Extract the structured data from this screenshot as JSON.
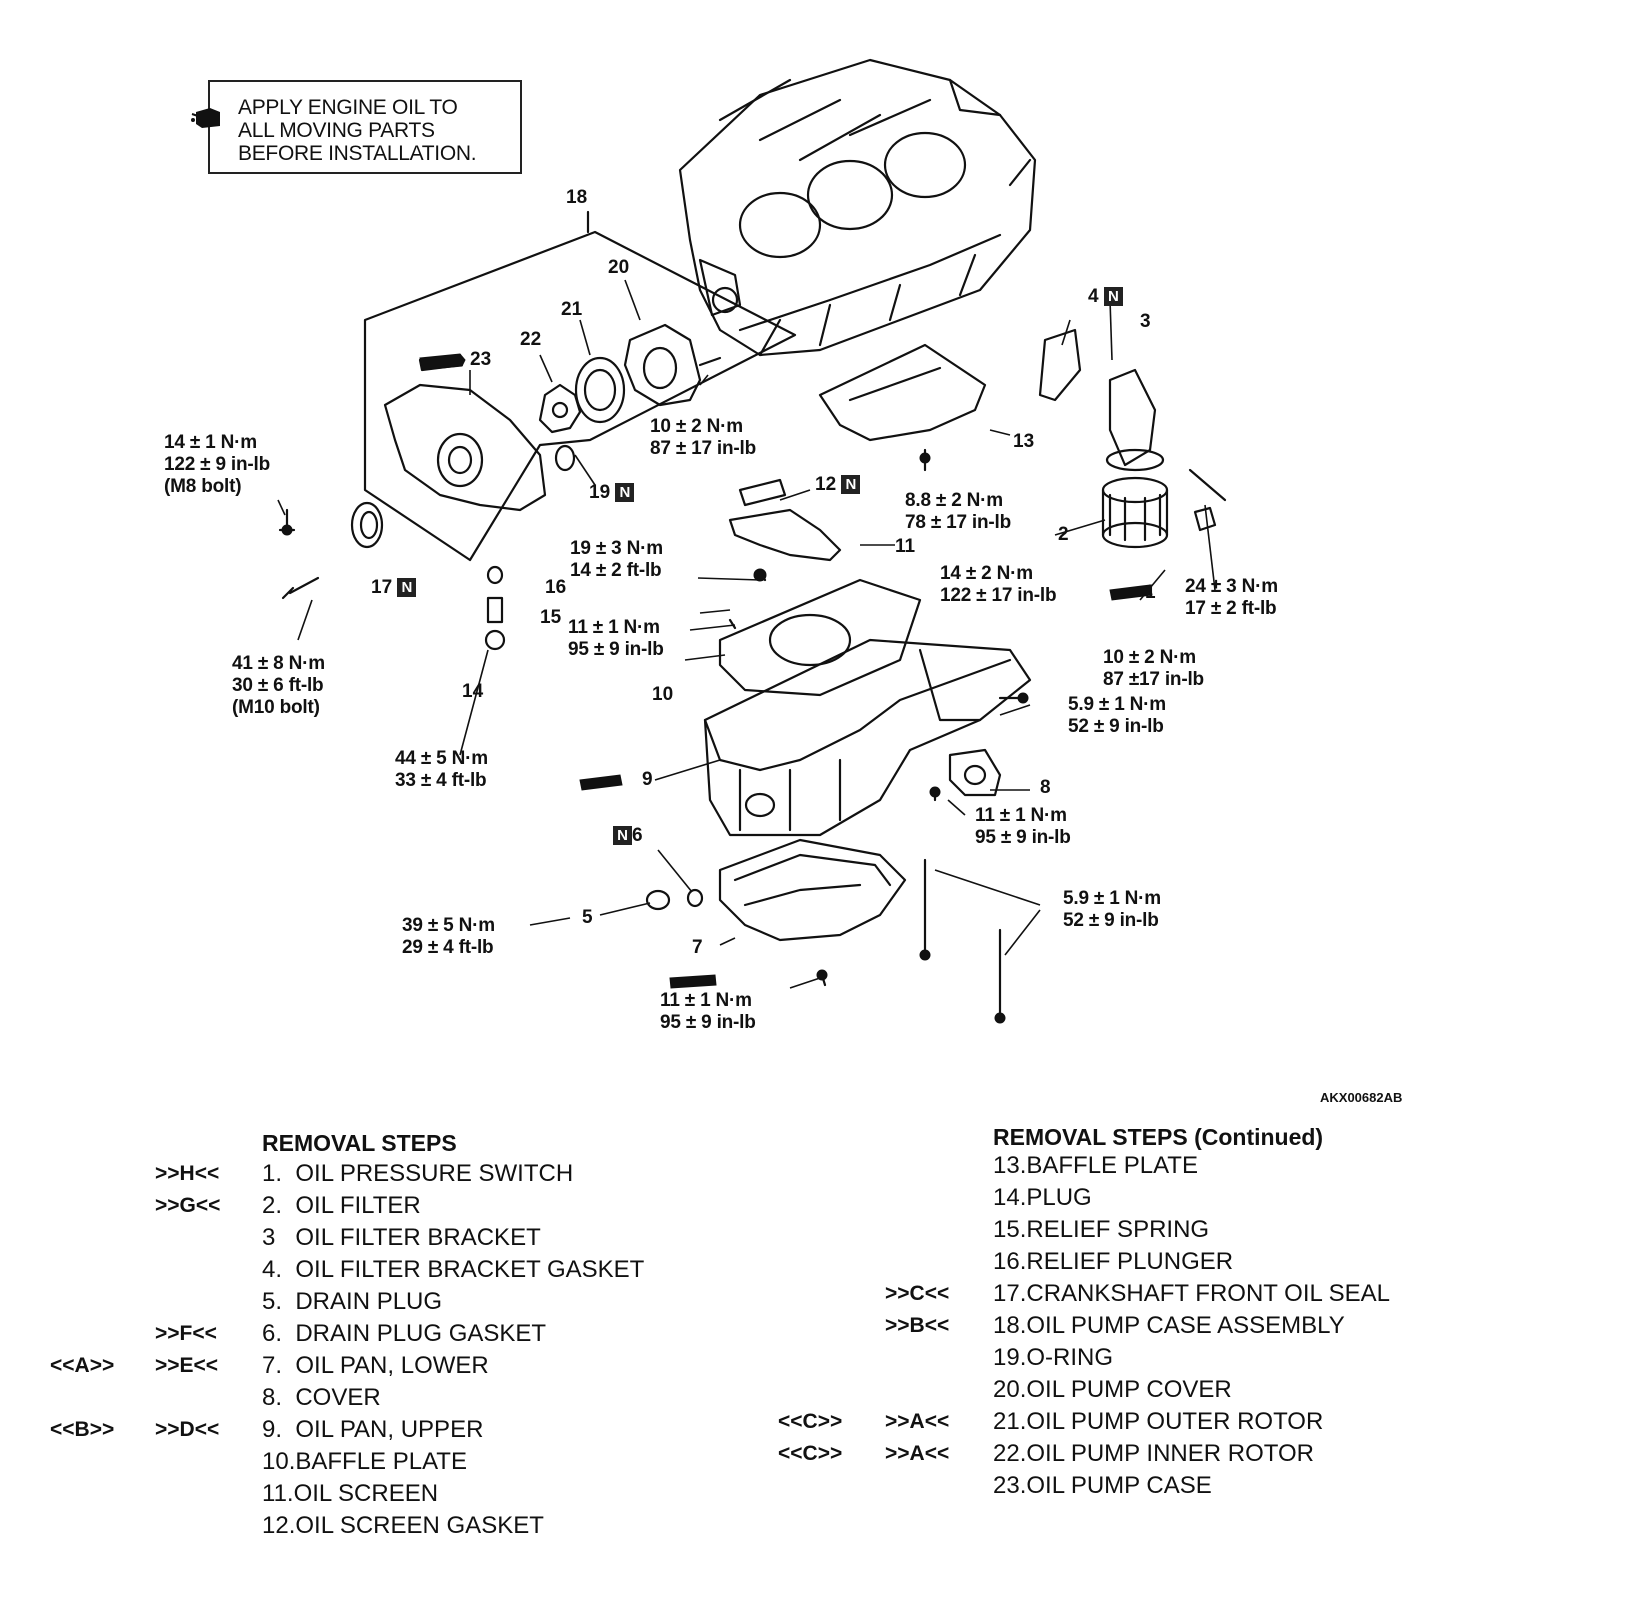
{
  "note": {
    "lines": [
      "APPLY ENGINE OIL TO",
      "ALL MOVING PARTS",
      "BEFORE INSTALLATION."
    ]
  },
  "callouts": {
    "n18": "18",
    "n20": "20",
    "n21": "21",
    "n22": "22",
    "n23": "23",
    "n4": "4",
    "n3": "3",
    "n13": "13",
    "n12": "12",
    "n11": "11",
    "n2": "2",
    "n1": "1",
    "n19": "19",
    "n17": "17",
    "n16": "16",
    "n15": "15",
    "n14": "14",
    "n10": "10",
    "n9": "9",
    "n8": "8",
    "n6": "6",
    "n5": "5",
    "n7": "7",
    "badge": "N"
  },
  "torques": {
    "t_pump_bolt": "10 ± 2 N·m\n87 ± 17 in-lb",
    "t_m8": "14 ± 1 N·m\n122 ± 9 in-lb\n(M8 bolt)",
    "t_baffle": "8.8 ± 2 N·m\n78 ± 17 in-lb",
    "t_screen": "19 ± 3 N·m\n14 ± 2 ft-lb",
    "t_filter": "14 ± 2 N·m\n122 ± 17 in-lb",
    "t_switch": "24 ± 3 N·m\n17 ± 2 ft-lb",
    "t_baffle10": "11 ± 1 N·m\n95 ± 9 in-lb",
    "t_m10": "41 ± 8 N·m\n30 ± 6 ft-lb\n(M10 bolt)",
    "t_bracket": "10 ± 2 N·m\n87 ±17 in-lb",
    "t_upper_side": "5.9 ± 1 N·m\n52 ± 9 in-lb",
    "t_plug14": "44 ± 5 N·m\n33 ± 4 ft-lb",
    "t_cover": "11 ± 1 N·m\n95 ± 9 in-lb",
    "t_long_bolts": "5.9 ± 1 N·m\n52 ± 9 in-lb",
    "t_drain": "39 ± 5 N·m\n29 ± 4 ft-lb",
    "t_lower": "11 ± 1 N·m\n95 ± 9 in-lb"
  },
  "ref_code": "AKX00682AB",
  "removal_left": {
    "title": "REMOVAL STEPS",
    "steps": [
      {
        "m1": "",
        "m2": ">>H<<",
        "text": "1.  OIL PRESSURE SWITCH"
      },
      {
        "m1": "",
        "m2": ">>G<<",
        "text": "2.  OIL FILTER"
      },
      {
        "m1": "",
        "m2": "",
        "text": "3   OIL FILTER BRACKET"
      },
      {
        "m1": "",
        "m2": "",
        "text": "4.  OIL FILTER BRACKET GASKET"
      },
      {
        "m1": "",
        "m2": "",
        "text": "5.  DRAIN PLUG"
      },
      {
        "m1": "",
        "m2": ">>F<<",
        "text": "6.  DRAIN PLUG GASKET"
      },
      {
        "m1": "<<A>>",
        "m2": ">>E<<",
        "text": "7.  OIL PAN, LOWER"
      },
      {
        "m1": "",
        "m2": "",
        "text": "8.  COVER"
      },
      {
        "m1": "<<B>>",
        "m2": ">>D<<",
        "text": "9.  OIL PAN, UPPER"
      },
      {
        "m1": "",
        "m2": "",
        "text": "10.BAFFLE PLATE"
      },
      {
        "m1": "",
        "m2": "",
        "text": "11.OIL SCREEN"
      },
      {
        "m1": "",
        "m2": "",
        "text": "12.OIL SCREEN GASKET"
      }
    ]
  },
  "removal_right": {
    "title": "REMOVAL STEPS (Continued)",
    "steps": [
      {
        "m1": "",
        "m2": "",
        "text": "13.BAFFLE PLATE"
      },
      {
        "m1": "",
        "m2": "",
        "text": "14.PLUG"
      },
      {
        "m1": "",
        "m2": "",
        "text": "15.RELIEF SPRING"
      },
      {
        "m1": "",
        "m2": "",
        "text": "16.RELIEF PLUNGER"
      },
      {
        "m1": "",
        "m2": ">>C<<",
        "text": "17.CRANKSHAFT FRONT OIL SEAL"
      },
      {
        "m1": "",
        "m2": ">>B<<",
        "text": "18.OIL PUMP CASE ASSEMBLY"
      },
      {
        "m1": "",
        "m2": "",
        "text": "19.O-RING"
      },
      {
        "m1": "",
        "m2": "",
        "text": "20.OIL PUMP COVER"
      },
      {
        "m1": "<<C>>",
        "m2": ">>A<<",
        "text": "21.OIL PUMP OUTER ROTOR"
      },
      {
        "m1": "<<C>>",
        "m2": ">>A<<",
        "text": "22.OIL PUMP INNER ROTOR"
      },
      {
        "m1": "",
        "m2": "",
        "text": "23.OIL PUMP CASE"
      }
    ]
  }
}
